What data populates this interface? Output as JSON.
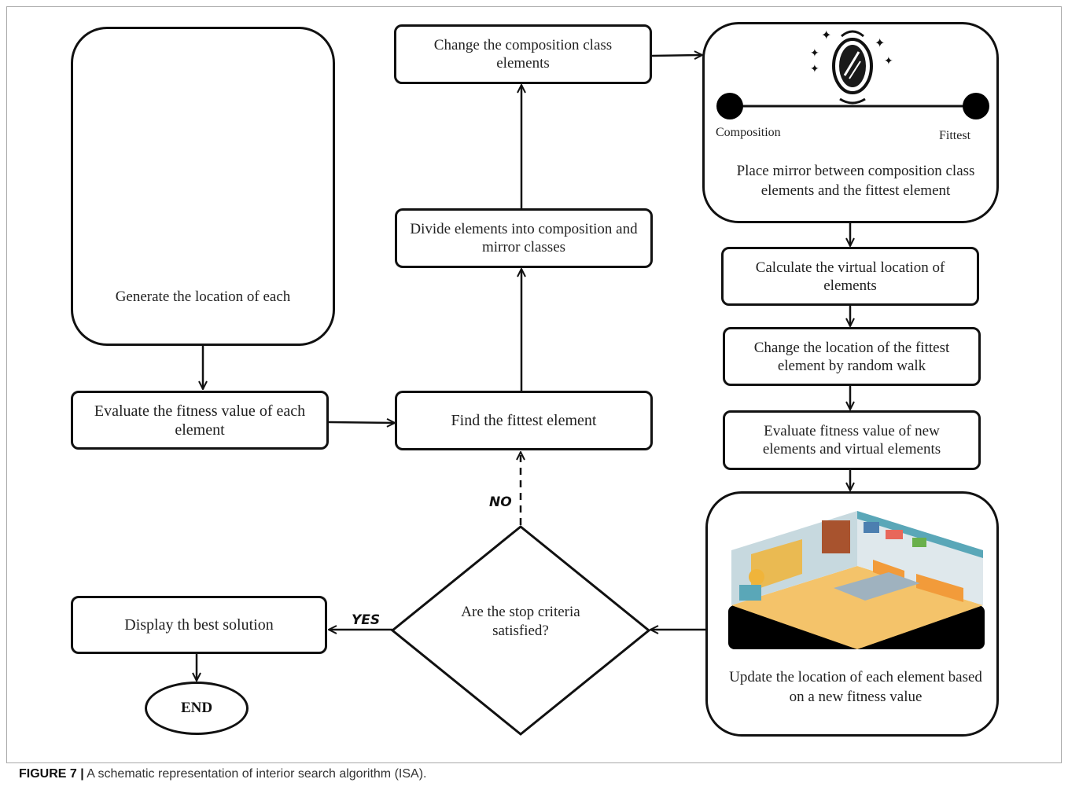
{
  "caption": {
    "label": "FIGURE 7 |",
    "text": " A schematic representation of interior search algorithm (ISA)."
  },
  "nodes": {
    "generate": "Generate the location of each",
    "evaluate": "Evaluate the fitness value of each element",
    "find_fittest": "Find the fittest element",
    "divide": "Divide elements into composition and mirror classes",
    "change_composition": "Change the composition class elements",
    "place_mirror": "Place mirror between composition class elements and the fittest element",
    "composition_label": "Composition",
    "fittest_label": "Fittest",
    "virtual_location": "Calculate the virtual location of elements",
    "random_walk": "Change the location of the fittest element by random walk",
    "evaluate_new": "Evaluate fitness value of new elements and virtual elements",
    "update": "Update the location of each element based on a new fitness value",
    "decision": "Are the stop criteria satisfied?",
    "display": "Display th best solution",
    "end": "END"
  },
  "edges": {
    "yes": "YES",
    "no": "NO"
  },
  "colors": {
    "stroke": "#111111",
    "frame": "#a9a9a9",
    "sofa": "#e8675a",
    "teal": "#5aa7b8",
    "wood": "#a8532e",
    "green": "#6ab04c",
    "floor": "#f4c36a"
  }
}
